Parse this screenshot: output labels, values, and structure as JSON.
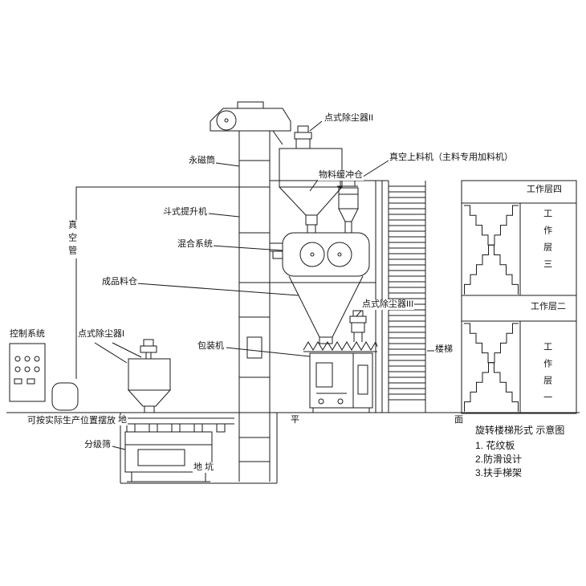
{
  "labels": {
    "dust_collector_2": "点式除尘器II",
    "magnet_cylinder": "永磁筒",
    "material_buffer_bin": "物料缓冲仓",
    "vacuum_feeder": "真空上料机（主料专用加料机）",
    "bucket_elevator": "斗式提升机",
    "mixing_system": "混合系统",
    "product_bin": "成品料仓",
    "dust_collector_3": "点式除尘器III",
    "vacuum_pipe": "真空管",
    "control_system": "控制系统",
    "dust_collector_1": "点式除尘器I",
    "packing_machine": "包装机",
    "stairs": "楼梯",
    "placement_note": "可按实际生产位置摆放",
    "ground_char_1": "地",
    "ground_char_2": "平",
    "ground_char_3": "面",
    "classifier_screen": "分级筛",
    "pit": "地 坑",
    "work_level_4": "工作层四",
    "work_level_3": "工作层三",
    "work_level_2": "工作层二",
    "work_level_1": "工作层一"
  },
  "legend": {
    "title": "旋转楼梯形式 示意图",
    "items": [
      "1. 花纹板",
      "2.防滑设计",
      "3.扶手梯架"
    ]
  },
  "colors": {
    "line": "#1a1a1a",
    "background": "#ffffff"
  }
}
